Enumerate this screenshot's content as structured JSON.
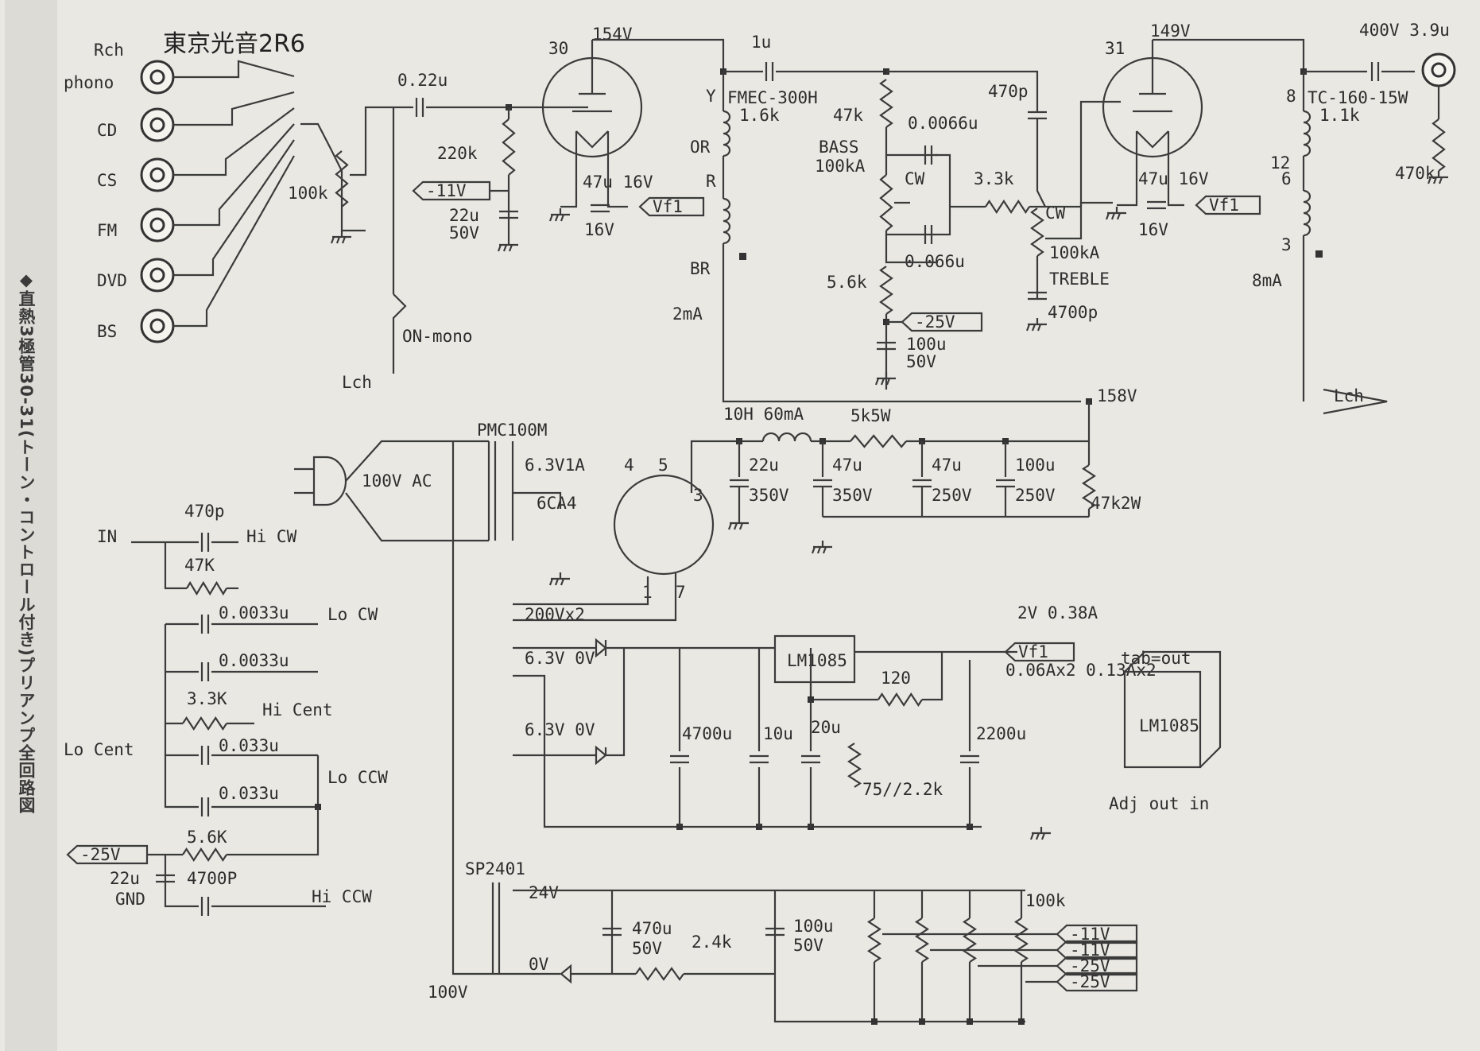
{
  "caption": "◆直熱3極管30-31(トーン・コントロール付き)プリアンプ全回路図",
  "title": "東京光音2R6",
  "inputs": [
    "phono",
    "CD",
    "CS",
    "FM",
    "DVD",
    "BS"
  ],
  "input_rch": "Rch",
  "tube1": "30",
  "tube1_plate_v": "154V",
  "tube2": "31",
  "tube2_plate_v": "149V",
  "out_cap": "400V 3.9u",
  "labels": {
    "c_in": "0.22u",
    "r_grid": "220k",
    "vol": "100k",
    "bias1": "-11V",
    "c_bias1": "22u 50V",
    "ck1": "47u 16V",
    "vf1": "Vf1",
    "sw": "ON-mono",
    "lch": "Lch",
    "c_coup": "1u",
    "xfmr1": "FMEC-300H",
    "x1_imp": "1.6k",
    "x1_Y": "Y",
    "x1_OR": "OR",
    "x1_R": "R",
    "x1_BR": "BR",
    "x1_cur": "2mA",
    "r47k": "47k",
    "c0066": "0.0066u",
    "bass": "BASS",
    "bass_pot": "100kA",
    "cw": "CW",
    "c066": "0.066u",
    "r56": "5.6k",
    "bias25": "-25V",
    "c100": "100u 50V",
    "r33": "3.3k",
    "c470p": "470p",
    "treble": "TREBLE",
    "treble_pot": "100kA",
    "c4700": "4700p",
    "xfmr2": "TC-160-15W",
    "x2_imp": "1.1k",
    "x2_p8": "8",
    "x2_p12": "12",
    "x2_p6": "6",
    "x2_p3": "3",
    "x2_cur": "8mA",
    "r470k": "470k",
    "b158": "158V",
    "lch2": "Lch"
  },
  "psu": {
    "trans": "PMC100M",
    "ac": "100V AC",
    "heater": "6.3V1A",
    "pin4": "4",
    "pin5": "5",
    "pin3": "3",
    "rect": "6CA4",
    "hv": "200Vx2",
    "pin1": "1",
    "pin7": "7",
    "choke": "10H 60mA",
    "r_drop": "5k5W",
    "caps": [
      "22u 350V",
      "47u 350V",
      "47u 250V",
      "100u 250V"
    ],
    "bleed": "47k2W",
    "h1": "6.3V 0V",
    "h2": "6.3V 0V",
    "reg": "LM1085",
    "r120": "120",
    "c4700u": "4700u",
    "c10u": "10u",
    "c20u": "20u",
    "radj": "75//2.2k",
    "c2200u": "2200u",
    "vout": "2V 0.38A",
    "vfl": "Vf1",
    "cur": "0.06Ax2 0.13Ax2",
    "tab": "tab=out",
    "pins": "Adj out in",
    "trans2": "SP2401",
    "v24": "24V",
    "v0": "0V",
    "c470u": "470u 50V",
    "r24k": "2.4k",
    "c100u": "100u 50V",
    "pot": "100k",
    "outs": [
      "-11V",
      "-11V",
      "-25V",
      "-25V"
    ],
    "v100": "100V"
  },
  "tone_net": {
    "in": "IN",
    "c470p": "470p",
    "hicw": "Hi CW",
    "r47k": "47K",
    "c1": "0.0033u",
    "locw": "Lo CW",
    "c2": "0.0033u",
    "r33": "3.3K",
    "hicent": "Hi Cent",
    "locent": "Lo Cent",
    "c3": "0.033u",
    "c4": "0.033u",
    "loccw": "Lo CCW",
    "r56": "5.6K",
    "m25": "-25V",
    "c22": "22u",
    "gnd": "GND",
    "c4700": "4700P",
    "hiccw": "Hi CCW"
  }
}
